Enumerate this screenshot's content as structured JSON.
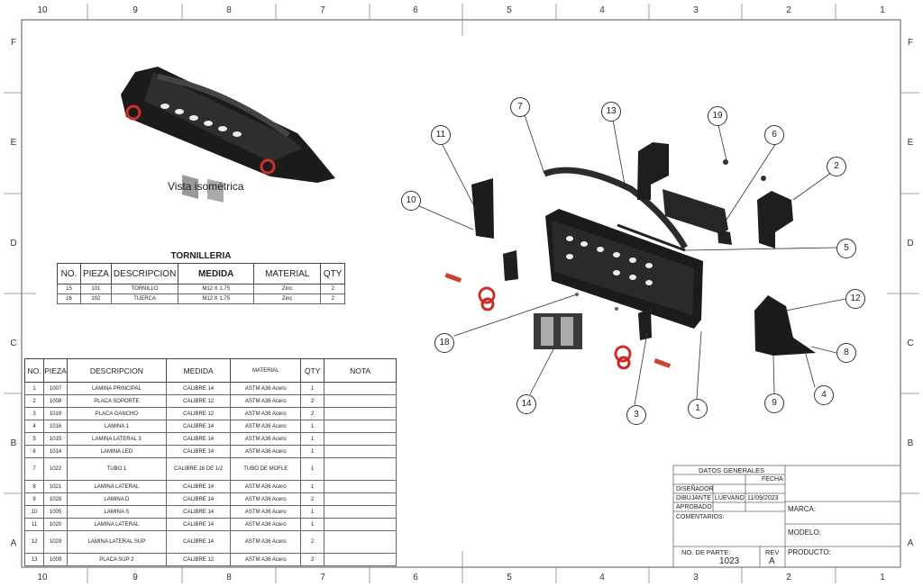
{
  "zones": {
    "columns": [
      "10",
      "9",
      "8",
      "7",
      "6",
      "5",
      "4",
      "3",
      "2",
      "1"
    ],
    "rows": [
      "F",
      "E",
      "D",
      "C",
      "B",
      "A"
    ]
  },
  "iso_label": "Vista isométrica",
  "screws": {
    "title": "TORNILLERIA",
    "headers": [
      "NO.",
      "PIEZA",
      "DESCRIPCION",
      "MEDIDA",
      "MATERIAL",
      "QTY"
    ],
    "rows": [
      [
        "15",
        "101",
        "TORNILLO",
        "M12 X 1.75",
        "Zinc",
        "2"
      ],
      [
        "16",
        "102",
        "TUERCA",
        "M12 X 1.75",
        "Zinc",
        "2"
      ]
    ]
  },
  "bom": {
    "headers": [
      "NO.",
      "PIEZA",
      "DESCRIPCION",
      "MEDIDA",
      "MATERIAL",
      "QTY",
      "NOTA"
    ],
    "rows": [
      [
        "1",
        "1007",
        "LAMINA PRINCIPAL",
        "CALIBRE 14",
        "ASTM A36 Acero",
        "1",
        ""
      ],
      [
        "2",
        "1008",
        "PLACA SOPORTE",
        "CALIBRE 12",
        "ASTM A36 Acero",
        "2",
        ""
      ],
      [
        "3",
        "1019",
        "PLACA GANCHO",
        "CALIBRE 12",
        "ASTM A36 Acero",
        "2",
        ""
      ],
      [
        "4",
        "1016",
        "LAMINA 1",
        "CALIBRE 14",
        "ASTM A36 Acero",
        "1",
        ""
      ],
      [
        "5",
        "1015",
        "LAMINA LATERAL 3",
        "CALIBRE 14",
        "ASTM A36 Acero",
        "1",
        ""
      ],
      [
        "6",
        "1014",
        "LAMINA LED",
        "CALIBRE 14",
        "ASTM A36 Acero",
        "1",
        ""
      ],
      [
        "7",
        "1022",
        "TUBO 1",
        "CALIBRE 16 DE 1/2",
        "TUBO DE MOFLE",
        "1",
        ""
      ],
      [
        "8",
        "1021",
        "LAMINA LATERAL",
        "CALIBRE 14",
        "ASTM A36 Acero",
        "1",
        ""
      ],
      [
        "9",
        "1028",
        "LAMINA D",
        "CALIBRE 14",
        "ASTM A36 Acero",
        "2",
        ""
      ],
      [
        "10",
        "1005",
        "LAMINA S",
        "CALIBRE 14",
        "ASTM A36 Acero",
        "1",
        ""
      ],
      [
        "11",
        "1020",
        "LAMINA LATERAL",
        "CALIBRE 14",
        "ASTM A36 Acero",
        "1",
        ""
      ],
      [
        "12",
        "1029",
        "LAMINA LATERAL SUP",
        "CALIBRE 14",
        "ASTM A36 Acero",
        "2",
        ""
      ],
      [
        "13",
        "1009",
        "PLACA SUP 2",
        "CALIBRE 12",
        "ASTM A36 Acero",
        "2",
        ""
      ]
    ]
  },
  "title_block": {
    "datos_generales": "DATOS GENERALES",
    "fecha": "FECHA",
    "disenador": "DISEÑADOR",
    "dibujante": "DIBUJANTE",
    "dibujante_name": "LUEVANO",
    "dibujante_date": "11/09/2023",
    "aprobado": "APROBADO",
    "comentarios": "COMENTARIOS:",
    "marca": "MARCA:",
    "modelo": "MODELO:",
    "producto": "PRODUCTO:",
    "no_parte_label": "NO. DE PARTE:",
    "no_parte": "1023",
    "rev_label": "REV",
    "rev": "A"
  },
  "callouts": [
    "1",
    "2",
    "3",
    "4",
    "5",
    "6",
    "7",
    "8",
    "9",
    "10",
    "11",
    "12",
    "13",
    "14",
    "18",
    "19"
  ]
}
